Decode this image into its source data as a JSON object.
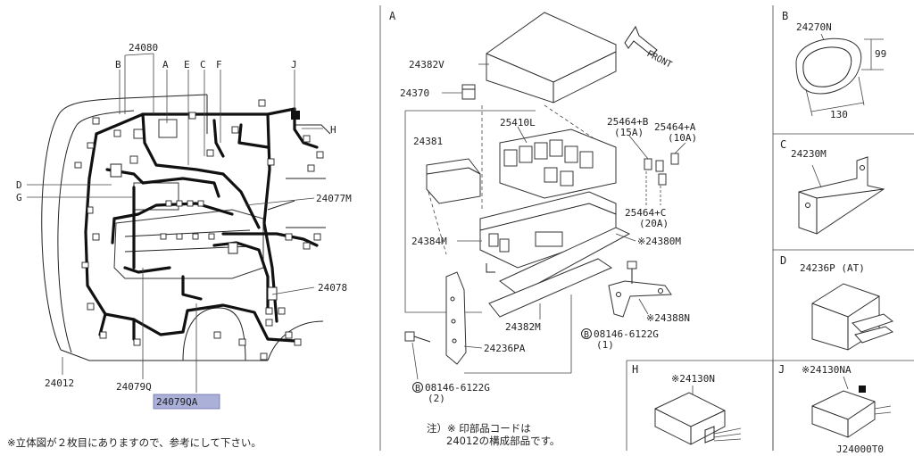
{
  "main_labels": {
    "top": "24080",
    "b": "B",
    "a": "A",
    "e": "E",
    "c": "C",
    "f": "F",
    "j": "J",
    "h": "H",
    "d": "D",
    "g": "G",
    "r24077m": "24077M",
    "r24078": "24078",
    "r24012": "24012",
    "r24079q": "24079Q",
    "r24079qa": "24079QA"
  },
  "bottom_note": "※立体図が２枚目にありますので、参考にして下さい。",
  "panel_a": {
    "letter": "A",
    "front": "FRONT",
    "p24382v": "24382V",
    "p24370": "24370",
    "p25410l": "25410L",
    "p24381": "24381",
    "p25464b": "25464+B",
    "p25464b_amp": "(15A)",
    "p25464a": "25464+A",
    "p25464a_amp": "(10A)",
    "p25464c": "25464+C",
    "p25464c_amp": "(20A)",
    "p24384m": "24384M",
    "p24380m": "※24380M",
    "p24388n": "※24388N",
    "p24382m": "24382M",
    "bolt1": "08146-6122G",
    "bolt1_qty": "(1)",
    "p24236pa": "24236PA",
    "bolt2": "08146-6122G",
    "bolt2_qty": "(2)",
    "circled_b": "B",
    "note_line1": "注）※ 印部品コードは",
    "note_line2": "24012の構成部品です。"
  },
  "panel_b": {
    "letter": "B",
    "part": "24270N",
    "dim_h": "99",
    "dim_w": "130"
  },
  "panel_c": {
    "letter": "C",
    "part": "24230M"
  },
  "panel_d": {
    "letter": "D",
    "part": "24236P (AT)"
  },
  "panel_h": {
    "letter": "H",
    "part": "※24130N"
  },
  "panel_j": {
    "letter": "J",
    "part": "※24130NA"
  },
  "footer_code": "J24000T0"
}
